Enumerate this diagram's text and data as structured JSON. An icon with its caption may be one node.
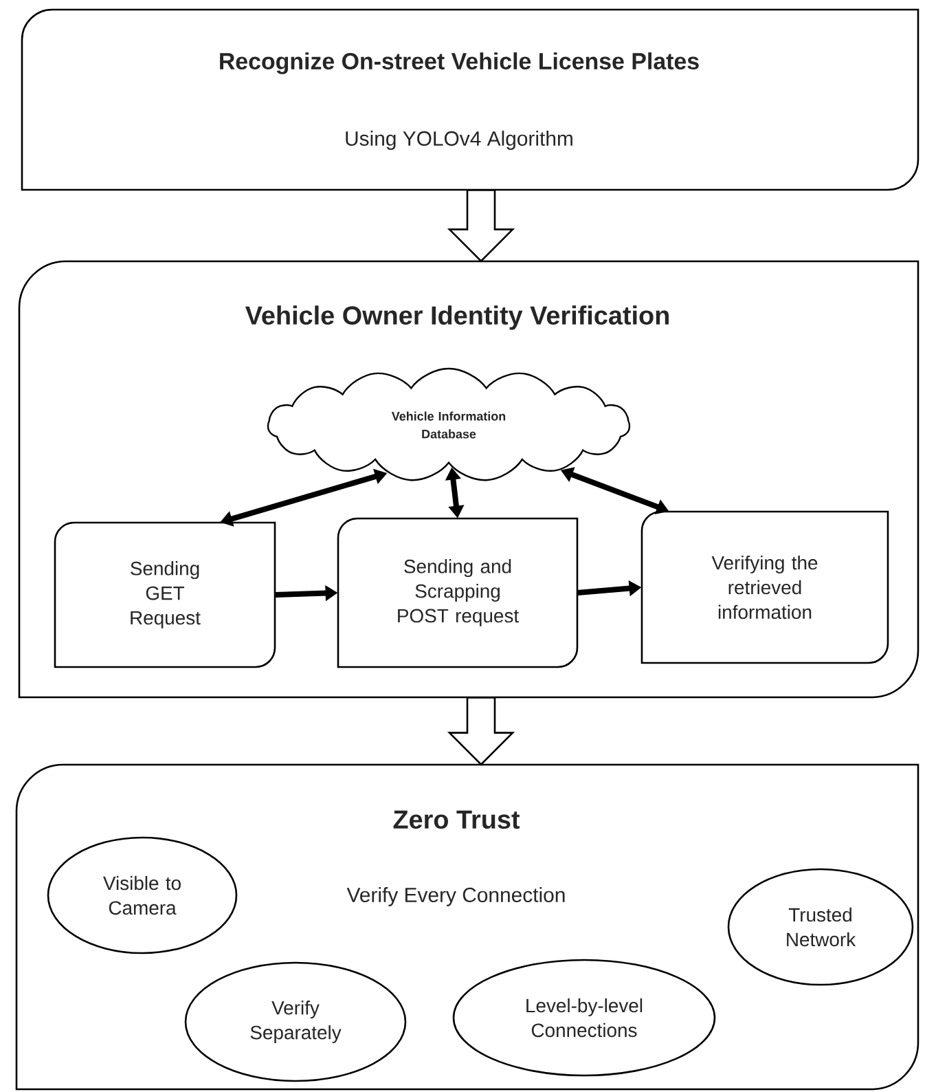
{
  "diagram": {
    "nodes": [
      {
        "text": [
          "Recognize On-street Vehicle License Plates",
          "Using YOLOv4 Algorithm"
        ]
      },
      {
        "text": [
          "Vehicle Owner Identity Verification"
        ]
      },
      {
        "text": [
          "Vehicle Information Database"
        ],
        "in": 1
      },
      {
        "text": [
          "Sending GET Request"
        ],
        "in": 1
      },
      {
        "text": [
          "Sending and Scrapping POST request"
        ],
        "in": 1
      },
      {
        "text": [
          "Verifying the retrieved information"
        ],
        "in": 1
      },
      {
        "text": [
          "Zero Trust",
          "Verify Every Connection"
        ]
      },
      {
        "text": [
          "Visible to Camera"
        ],
        "in": 6
      },
      {
        "text": [
          "Verify Separately"
        ],
        "in": 6
      },
      {
        "text": [
          "Level-by-level Connections"
        ],
        "in": 6
      },
      {
        "text": [
          "Trusted Network"
        ],
        "in": 6
      }
    ],
    "edges": [
      {
        "from": 0,
        "to": 1,
        "arrow": "to"
      },
      {
        "from": 3,
        "to": 2,
        "arrow": "both"
      },
      {
        "from": 4,
        "to": 2,
        "arrow": "both"
      },
      {
        "from": 5,
        "to": 2,
        "arrow": "both"
      },
      {
        "from": 3,
        "to": 4,
        "arrow": "to"
      },
      {
        "from": 4,
        "to": 5,
        "arrow": "to"
      },
      {
        "from": 1,
        "to": 6,
        "arrow": "to"
      }
    ]
  }
}
